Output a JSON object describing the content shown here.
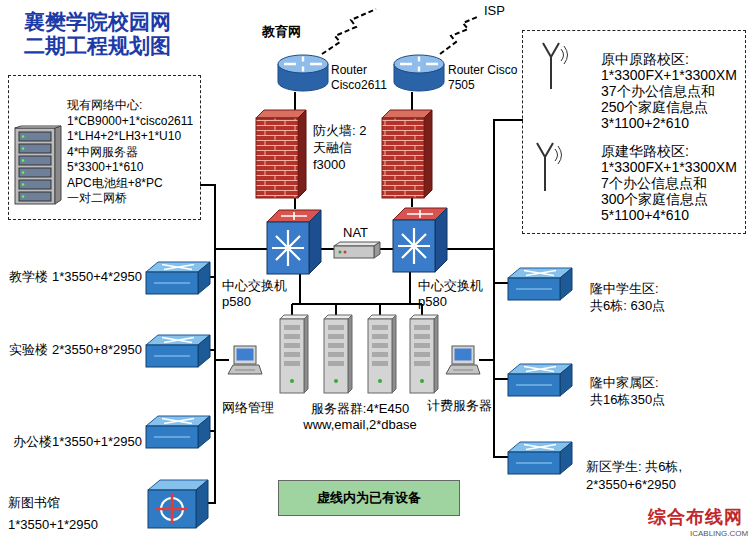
{
  "diagram": {
    "title": "襄樊学院校园网 二期工程规划图",
    "nodes": [
      {
        "text": [
          "现有网络中心: 1*CB9000+1*cisco2611 1*LH4+2*LH3+1*U10 4*中网服务器 5*3300+1*610 APC电池组+8*PC 一对二网桥"
        ]
      },
      {
        "text": [
          "Router Cisco2611"
        ]
      },
      {
        "text": [
          "Router Cisco 7505"
        ]
      },
      {
        "text": [
          "原中原路校区: 1*3300FX+1*3300XM 37个办公信息点和 250个家庭信息点 3*1100+2*610",
          "原建华路校区: 1*3300FX+1*3300XM 7个办公信息点和 300个家庭信息点 5*1100+4*610"
        ]
      },
      {
        "text": [
          "中心交换机 p580"
        ]
      },
      {
        "text": [
          "NAT"
        ]
      },
      {
        "text": [
          "中心交换机 p580"
        ]
      },
      {
        "text": [
          "教学楼 1*3550+4*2950"
        ]
      },
      {
        "text": [
          "隆中学生区: 共6栋: 630点"
        ]
      },
      {
        "text": [
          "实验楼 2*3550+8*2950"
        ]
      },
      {
        "text": [
          "网络管理"
        ]
      },
      {
        "text": [
          "服务器群:4*E450 www,email,2*dbase"
        ]
      },
      {
        "text": [
          "计费服务器"
        ]
      },
      {
        "text": [
          "隆中家属区: 共16栋350点"
        ]
      },
      {
        "text": [
          "办公楼1*3550+1*2950"
        ]
      },
      {
        "text": [
          "新区学生: 共6栋, 2*3550+6*2950"
        ]
      },
      {
        "text": [
          "新图书馆 1*3550+1*2950"
        ]
      },
      {
        "text": [
          "虚线内为已有设备"
        ]
      }
    ],
    "edges": [
      {
        "from": 1,
        "to": 4,
        "arrow": "none"
      },
      {
        "from": 2,
        "to": 6,
        "arrow": "none"
      },
      {
        "from": 4,
        "to": 5,
        "arrow": "none"
      },
      {
        "from": 5,
        "to": 6,
        "arrow": "none"
      },
      {
        "from": 4,
        "to": 0,
        "arrow": "none"
      },
      {
        "from": 4,
        "to": 7,
        "arrow": "none"
      },
      {
        "from": 4,
        "to": 9,
        "arrow": "none"
      },
      {
        "from": 4,
        "to": 10,
        "arrow": "none"
      },
      {
        "from": 4,
        "to": 14,
        "arrow": "none"
      },
      {
        "from": 4,
        "to": 16,
        "arrow": "none"
      },
      {
        "from": 4,
        "to": 11,
        "arrow": "none"
      },
      {
        "from": 6,
        "to": 11,
        "arrow": "none"
      },
      {
        "from": 6,
        "to": 3,
        "arrow": "none"
      },
      {
        "from": 6,
        "to": 8,
        "arrow": "none"
      },
      {
        "from": 6,
        "to": 12,
        "arrow": "none"
      },
      {
        "from": 6,
        "to": 13,
        "arrow": "none"
      },
      {
        "from": 6,
        "to": 15,
        "arrow": "none"
      }
    ],
    "labels": [
      "教育网",
      "ISP",
      "防火墙: 2 天融信 f3000",
      "综合布线网",
      "ICABLING.COM"
    ]
  }
}
